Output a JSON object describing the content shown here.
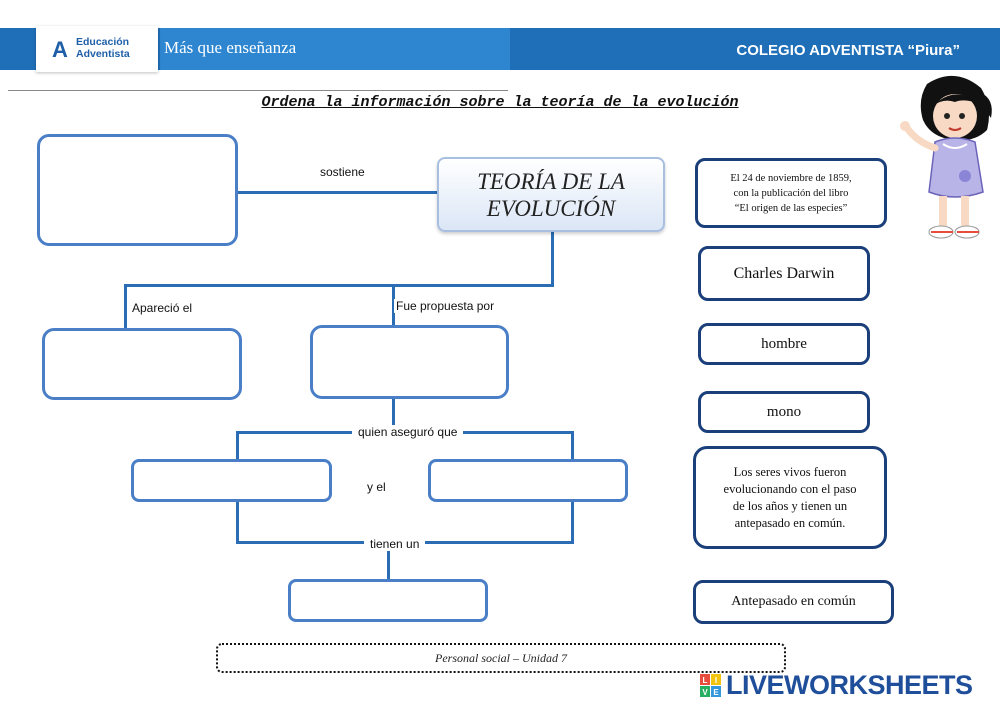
{
  "header": {
    "logo_mark": "A",
    "logo_text": "Educación\nAdventista",
    "slogan": "Más que enseñanza",
    "school": "COLEGIO ADVENTISTA “Piura”"
  },
  "title": "Ordena la información sobre la teoría de la evolución",
  "map": {
    "theory": "TEORÍA DE LA\nEVOLUCIÓN",
    "label_sostiene": "sostiene",
    "label_aparecio": "Apareció el",
    "label_propuesta": "Fue propuesta por",
    "label_aseguro": "quien aseguró que",
    "label_yel": "y el",
    "label_tienen": "tienen un"
  },
  "cards": [
    "El 24 de noviembre de 1859,\ncon la publicación del libro\n“El origen de las especies”",
    "Charles Darwin",
    "hombre",
    "mono",
    "Los seres vivos fueron\nevolucionando con el paso\nde los años y tienen un\nantepasado en común.",
    "Antepasado en común"
  ],
  "footer": "Personal social – Unidad 7",
  "brand": {
    "name": "LIVEWORKSHEETS",
    "icon_letters": [
      "L",
      "I",
      "V",
      "E"
    ],
    "accent": "#1f4f9a"
  }
}
